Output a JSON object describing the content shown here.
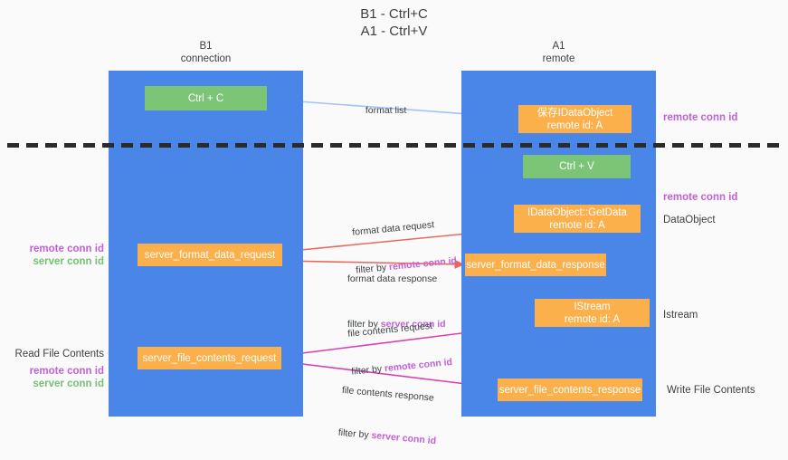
{
  "title": "B1 - Ctrl+C\nA1 - Ctrl+V",
  "colors": {
    "lane_blue": "#4a86e8",
    "node_green": "#7cc576",
    "node_orange": "#fbb04c",
    "accent_purple": "#c061d6",
    "accent_green": "#74c174",
    "arrow_blue": "#9fc5f8",
    "arrow_red": "#e8695c",
    "arrow_magenta": "#d63fb5",
    "arrow_black": "#1a1a1a",
    "background": "#fafafa"
  },
  "lanes": [
    {
      "name": "B1",
      "sub": "connection",
      "header": "B1\nconnection"
    },
    {
      "name": "A1",
      "sub": "remote",
      "header": "A1\nremote"
    }
  ],
  "nodes": {
    "ctrl_c": {
      "label": "Ctrl + C"
    },
    "save_idataobject": {
      "label": "保存IDataObject\nremote id: A"
    },
    "ctrl_v": {
      "label": "Ctrl + V"
    },
    "idataobject_getdata": {
      "label": "IDataObject::GetData\nremote id: A"
    },
    "server_format_data_request": {
      "label": "server_format_data_request"
    },
    "server_format_data_response": {
      "label": "server_format_data_response"
    },
    "istream": {
      "label": "IStream\nremote id: A"
    },
    "server_file_contents_request": {
      "label": "server_file_contents_request"
    },
    "server_file_contents_response": {
      "label": "server_file_contents_response"
    }
  },
  "edges": [
    {
      "id": "format-list",
      "line1": "format list",
      "line2": "",
      "line2_hl": ""
    },
    {
      "id": "format-data-request",
      "line1": "format data request",
      "line2": "filter by ",
      "line2_hl": "remote conn id"
    },
    {
      "id": "format-data-response",
      "line1": "format data response",
      "line2": "filter by ",
      "line2_hl": "server conn id"
    },
    {
      "id": "file-contents-request",
      "line1": "file contents request",
      "line2": "filter by ",
      "line2_hl": "remote conn id"
    },
    {
      "id": "file-contents-response",
      "line1": "file contents response",
      "line2": "filter by ",
      "line2_hl": "server conn id"
    }
  ],
  "left_annotations": {
    "conn_ids_top": {
      "remote": "remote conn id",
      "server": "server conn id"
    },
    "read_file": "Read File Contents",
    "conn_ids_bottom": {
      "remote": "remote conn id",
      "server": "server conn id"
    }
  },
  "right_annotations": {
    "remote_conn_id_1": "remote conn id",
    "remote_conn_id_2": "remote conn id",
    "dataobject": "DataObject",
    "istream": "Istream",
    "write_file": "Write File Contents"
  }
}
